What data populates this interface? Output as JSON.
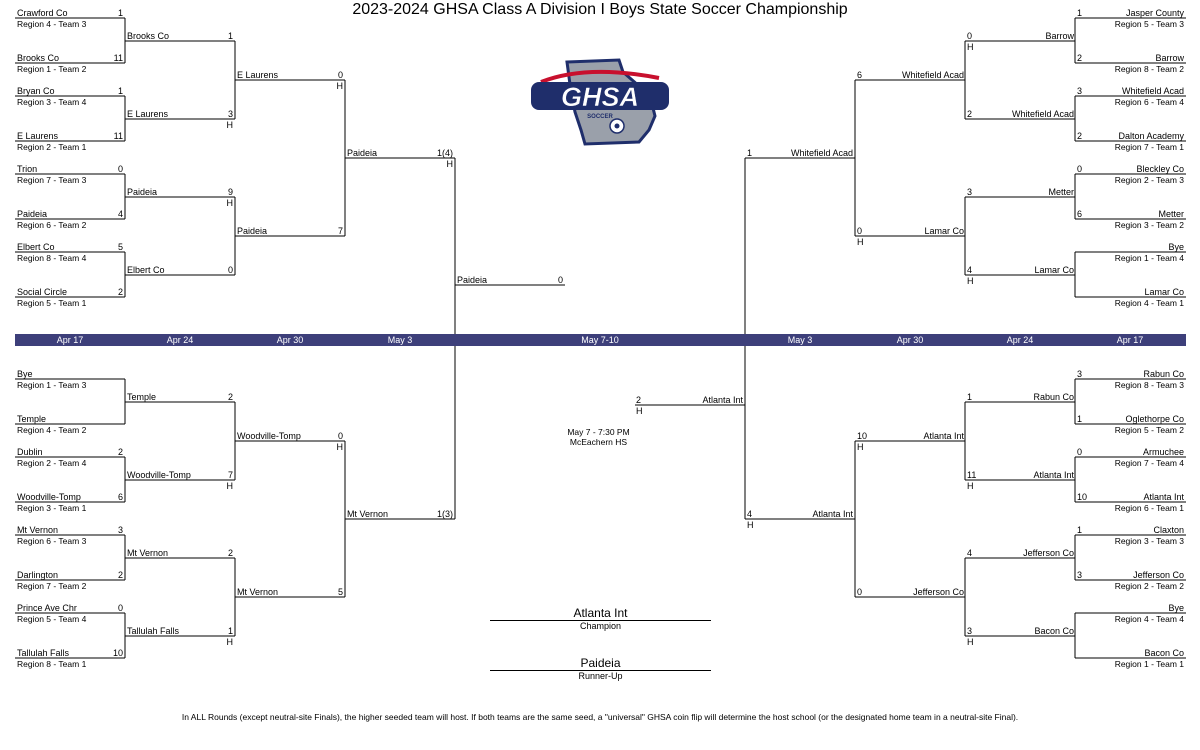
{
  "title": "2023-2024 GHSA Class A Division I Boys State Soccer Championship",
  "logo": {
    "text": "GHSA",
    "subtext": "SOCCER",
    "colors": {
      "navy": "#1f2e6b",
      "red": "#c8102e",
      "silver": "#9aa0aa"
    }
  },
  "colors": {
    "band": "#3d3f7a"
  },
  "dates": [
    "Apr 17",
    "Apr 24",
    "Apr 30",
    "May 3",
    "May 7-10",
    "May 3",
    "Apr 30",
    "Apr 24",
    "Apr 17"
  ],
  "left_top_r1": [
    {
      "name": "Crawford Co",
      "seed": "Region 4 - Team 3",
      "score": "1"
    },
    {
      "name": "Brooks Co",
      "seed": "Region 1 - Team 2",
      "score": "11"
    },
    {
      "name": "Bryan Co",
      "seed": "Region 3 - Team 4",
      "score": "1"
    },
    {
      "name": "E Laurens",
      "seed": "Region 2 - Team 1",
      "score": "11"
    },
    {
      "name": "Trion",
      "seed": "Region 7 - Team 3",
      "score": "0"
    },
    {
      "name": "Paideia",
      "seed": "Region 6 - Team 2",
      "score": "4"
    },
    {
      "name": "Elbert Co",
      "seed": "Region 8 - Team 4",
      "score": "5"
    },
    {
      "name": "Social  Circle",
      "seed": "Region 5 - Team 1",
      "score": "2"
    }
  ],
  "left_top_r2": [
    {
      "name": "Brooks Co",
      "score": "1",
      "h": ""
    },
    {
      "name": "E Laurens",
      "score": "3",
      "h": "H"
    },
    {
      "name": "Paideia",
      "score": "9",
      "h": "H"
    },
    {
      "name": "Elbert Co",
      "score": "0",
      "h": ""
    }
  ],
  "left_top_r3": [
    {
      "name": "E Laurens",
      "score": "0",
      "h": "H"
    },
    {
      "name": "Paideia",
      "score": "7",
      "h": ""
    }
  ],
  "left_top_r4": {
    "name": "Paideia",
    "score": "1(4)",
    "h": "H"
  },
  "left_final": {
    "name": "Paideia",
    "score": "0"
  },
  "left_bot_r1": [
    {
      "name": "Bye",
      "seed": "Region 1 - Team 3",
      "score": ""
    },
    {
      "name": "Temple",
      "seed": "Region 4 - Team 2",
      "score": ""
    },
    {
      "name": "Dublin",
      "seed": "Region 2 - Team 4",
      "score": "2"
    },
    {
      "name": "Woodville-Tomp",
      "seed": "Region 3 - Team 1",
      "score": "6"
    },
    {
      "name": "Mt Vernon",
      "seed": "Region 6 - Team 3",
      "score": "3"
    },
    {
      "name": "Darlington",
      "seed": "Region 7 - Team 2",
      "score": "2"
    },
    {
      "name": "Prince Ave Chr",
      "seed": "Region 5 - Team 4",
      "score": "0"
    },
    {
      "name": "Tallulah Falls",
      "seed": "Region 8 - Team 1",
      "score": "10"
    }
  ],
  "left_bot_r2": [
    {
      "name": "Temple",
      "score": "2",
      "h": ""
    },
    {
      "name": "Woodville-Tomp",
      "score": "7",
      "h": "H"
    },
    {
      "name": "Mt Vernon",
      "score": "2",
      "h": ""
    },
    {
      "name": "Tallulah Falls",
      "score": "1",
      "h": "H"
    }
  ],
  "left_bot_r3": [
    {
      "name": "Woodville-Tomp",
      "score": "0",
      "h": "H"
    },
    {
      "name": "Mt Vernon",
      "score": "5",
      "h": ""
    }
  ],
  "left_bot_r4": {
    "name": "Mt Vernon",
    "score": "1(3)",
    "h": ""
  },
  "right_top_r1": [
    {
      "name": "Jasper County",
      "seed": "Region 5 - Team 3",
      "score": "1"
    },
    {
      "name": "Barrow",
      "seed": "Region 8 - Team 2",
      "score": "2"
    },
    {
      "name": "Whitefield Acad",
      "seed": "Region 6 - Team 4",
      "score": "3"
    },
    {
      "name": "Dalton Academy",
      "seed": "Region 7 - Team 1",
      "score": "2"
    },
    {
      "name": "Bleckley Co",
      "seed": "Region 2 - Team 3",
      "score": "0"
    },
    {
      "name": "Metter",
      "seed": "Region 3 - Team 2",
      "score": "6"
    },
    {
      "name": "Bye",
      "seed": "Region 1 - Team 4",
      "score": ""
    },
    {
      "name": "Lamar Co",
      "seed": "Region 4 - Team 1",
      "score": ""
    }
  ],
  "right_top_r2": [
    {
      "name": "Barrow",
      "score": "0",
      "h": "H"
    },
    {
      "name": "Whitefield Acad",
      "score": "2",
      "h": ""
    },
    {
      "name": "Metter",
      "score": "3",
      "h": ""
    },
    {
      "name": "Lamar Co",
      "score": "4",
      "h": "H"
    }
  ],
  "right_top_r3": [
    {
      "name": "Whitefield Acad",
      "score": "6",
      "h": ""
    },
    {
      "name": "Lamar Co",
      "score": "0",
      "h": "H"
    }
  ],
  "right_top_r4": {
    "name": "Whitefield Acad",
    "score": "1",
    "h": ""
  },
  "right_bot_r1": [
    {
      "name": "Rabun Co",
      "seed": "Region 8 - Team 3",
      "score": "3"
    },
    {
      "name": "Oglethorpe Co",
      "seed": "Region 5 - Team 2",
      "score": "1"
    },
    {
      "name": "Armuchee",
      "seed": "Region 7 - Team 4",
      "score": "0"
    },
    {
      "name": "Atlanta Int",
      "seed": "Region 6 - Team 1",
      "score": "10"
    },
    {
      "name": "Claxton",
      "seed": "Region 3 - Team 3",
      "score": "1"
    },
    {
      "name": "Jefferson Co",
      "seed": "Region 2 - Team 2",
      "score": "3"
    },
    {
      "name": "Bye",
      "seed": "Region 4 - Team 4",
      "score": ""
    },
    {
      "name": "Bacon Co",
      "seed": "Region 1 - Team 1",
      "score": ""
    }
  ],
  "right_bot_r2": [
    {
      "name": "Rabun Co",
      "score": "1",
      "h": ""
    },
    {
      "name": "Atlanta Int",
      "score": "11",
      "h": "H"
    },
    {
      "name": "Jefferson Co",
      "score": "4",
      "h": ""
    },
    {
      "name": "Bacon Co",
      "score": "3",
      "h": "H"
    }
  ],
  "right_bot_r3": [
    {
      "name": "Atlanta Int",
      "score": "10",
      "h": "H"
    },
    {
      "name": "Jefferson Co",
      "score": "0",
      "h": ""
    }
  ],
  "right_bot_r4": {
    "name": "Atlanta Int",
    "score": "4",
    "h": "H"
  },
  "right_final": {
    "name": "Atlanta Int",
    "score": "2",
    "h": "H"
  },
  "final_info": {
    "date": "May 7 - 7:30 PM",
    "venue": "McEachern HS"
  },
  "champion": {
    "name": "Atlanta Int",
    "label": "Champion"
  },
  "runner_up": {
    "name": "Paideia",
    "label": "Runner-Up"
  },
  "footnote": "In ALL Rounds (except neutral-site Finals), the higher seeded team will host. If both teams are the same seed, a \"universal\" GHSA coin flip will determine the host school (or the designated home team in a neutral-site Final)."
}
